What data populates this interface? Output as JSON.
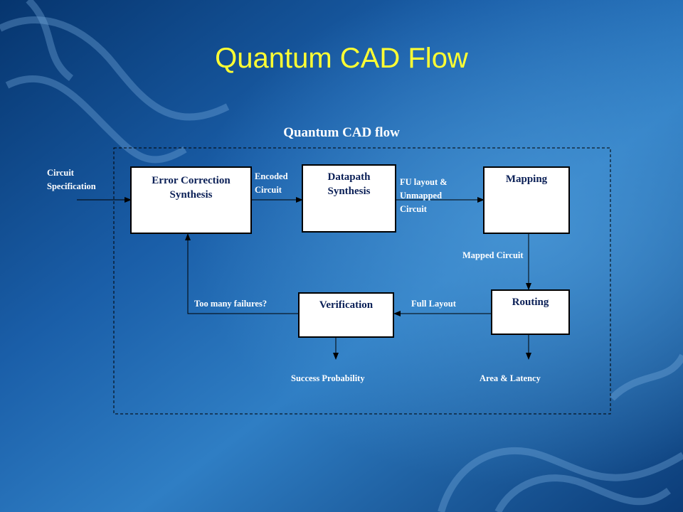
{
  "slide": {
    "title": "Quantum CAD Flow",
    "subtitle": "Quantum CAD flow"
  },
  "colors": {
    "background_dark": "#0b3c78",
    "background_light": "#3a86c6",
    "title": "#ffff33",
    "text": "#ffffff",
    "box_fill": "#ffffff",
    "box_text": "#0a1f56",
    "line": "#000000"
  },
  "nodes": {
    "error_correction": "Error Correction\nSynthesis",
    "datapath": "Datapath\nSynthesis",
    "mapping": "Mapping",
    "routing": "Routing",
    "verification": "Verification"
  },
  "edges": {
    "input": "Circuit\nSpecification",
    "encoded": "Encoded\nCircuit",
    "fu_layout": "FU layout &\nUnmapped\nCircuit",
    "mapped": "Mapped Circuit",
    "full_layout": "Full Layout",
    "failures": "Too many failures?",
    "success": "Success Probability",
    "area_latency": "Area & Latency"
  }
}
